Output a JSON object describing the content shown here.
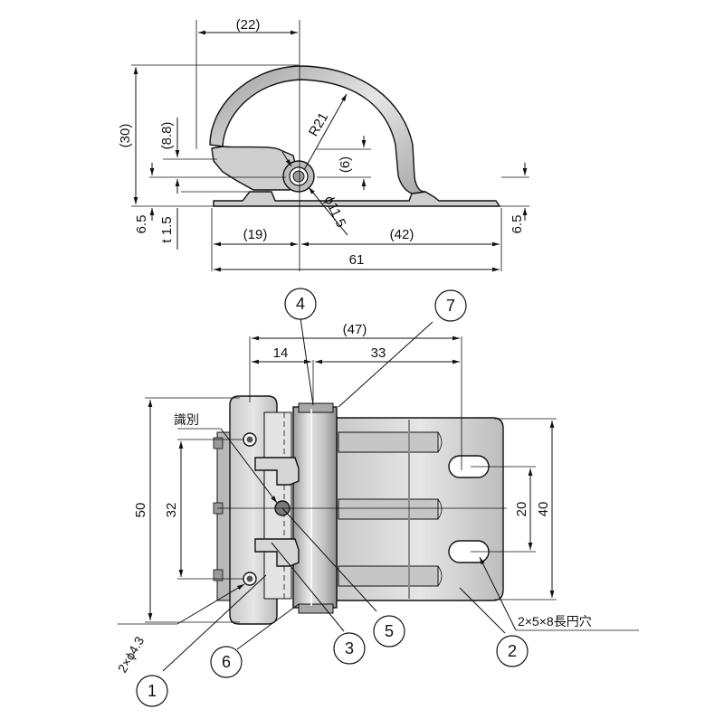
{
  "side_view": {
    "dims": {
      "d22": "(22)",
      "d30": "(30)",
      "d8_8": "(8.8)",
      "r21": "R21",
      "d6": "(6)",
      "phi11_5": "ϕ11.5",
      "d6_5_left": "6.5",
      "t1_5": "t 1.5",
      "d19": "(19)",
      "d42": "(42)",
      "d6_5_right": "6.5",
      "d61": "61"
    }
  },
  "top_view": {
    "dims": {
      "d47": "(47)",
      "d14": "14",
      "d33": "33",
      "d50": "50",
      "d32": "32",
      "d20": "20",
      "d40": "40"
    },
    "notes": {
      "identification": "識別",
      "holes": "2×ϕ4.3",
      "slots": "2×5×8長円穴"
    },
    "callouts": [
      "1",
      "2",
      "3",
      "4",
      "5",
      "6",
      "7"
    ]
  },
  "colors": {
    "metal_light": "#d9d9d9",
    "metal_mid": "#b8b8b8",
    "metal_dark": "#8a8a8a",
    "line": "#111111"
  }
}
